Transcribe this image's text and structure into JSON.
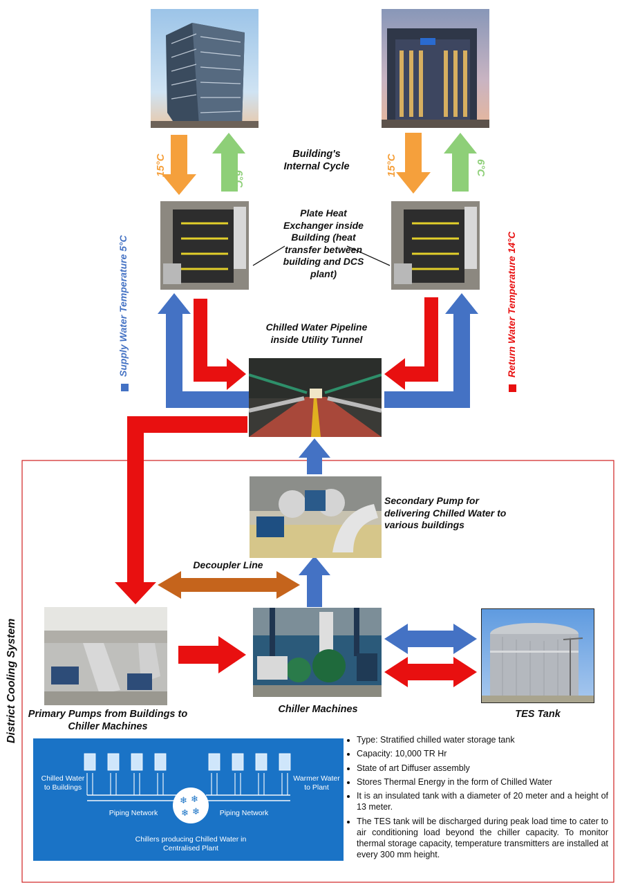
{
  "labels": {
    "internal_cycle": "Building's Internal Cycle",
    "phe": "Plate Heat Exchanger inside Building (heat transfer between building and DCS plant)",
    "pipeline": "Chilled Water Pipeline inside Utility Tunnel",
    "secondary_pump": "Secondary Pump for delivering Chilled Water to various buildings",
    "decoupler": "Decoupler Line",
    "chiller": "Chiller Machines",
    "primary_pumps": "Primary Pumps from Buildings to Chiller Machines",
    "tes": "TES Tank",
    "dcs": "District Cooling System",
    "supply": "Supply Water Temperature 5°C",
    "return": "Return Water Temperature 14°C",
    "temp_hot": "15°C",
    "temp_cold": "6°C"
  },
  "schematic": {
    "chilled_to_buildings": "Chilled Water to Buildings",
    "warmer_to_plant": "Warmer Water to Plant",
    "piping_network": "Piping Network",
    "chillers_producing": "Chillers producing Chilled Water in Centralised Plant"
  },
  "tes_bullets": [
    "Type: Stratified chilled water storage tank",
    "Capacity: 10,000 TR Hr",
    "State of art Diffuser assembly",
    "Stores Thermal Energy in the form of Chilled Water",
    "It is an insulated tank with a diameter of 20 meter and a height of 13 meter.",
    "The TES tank will be discharged during peak load time to cater to air conditioning load beyond the chiller capacity. To monitor thermal storage capacity, temperature transmitters are installed at every 300 mm height."
  ],
  "colors": {
    "red": "#e81010",
    "blue": "#4472c4",
    "orange": "#f5a03c",
    "green": "#8ecf78",
    "brown": "#c5641c",
    "dcs_border": "#d02020",
    "schematic_bg": "#1a73c6"
  }
}
